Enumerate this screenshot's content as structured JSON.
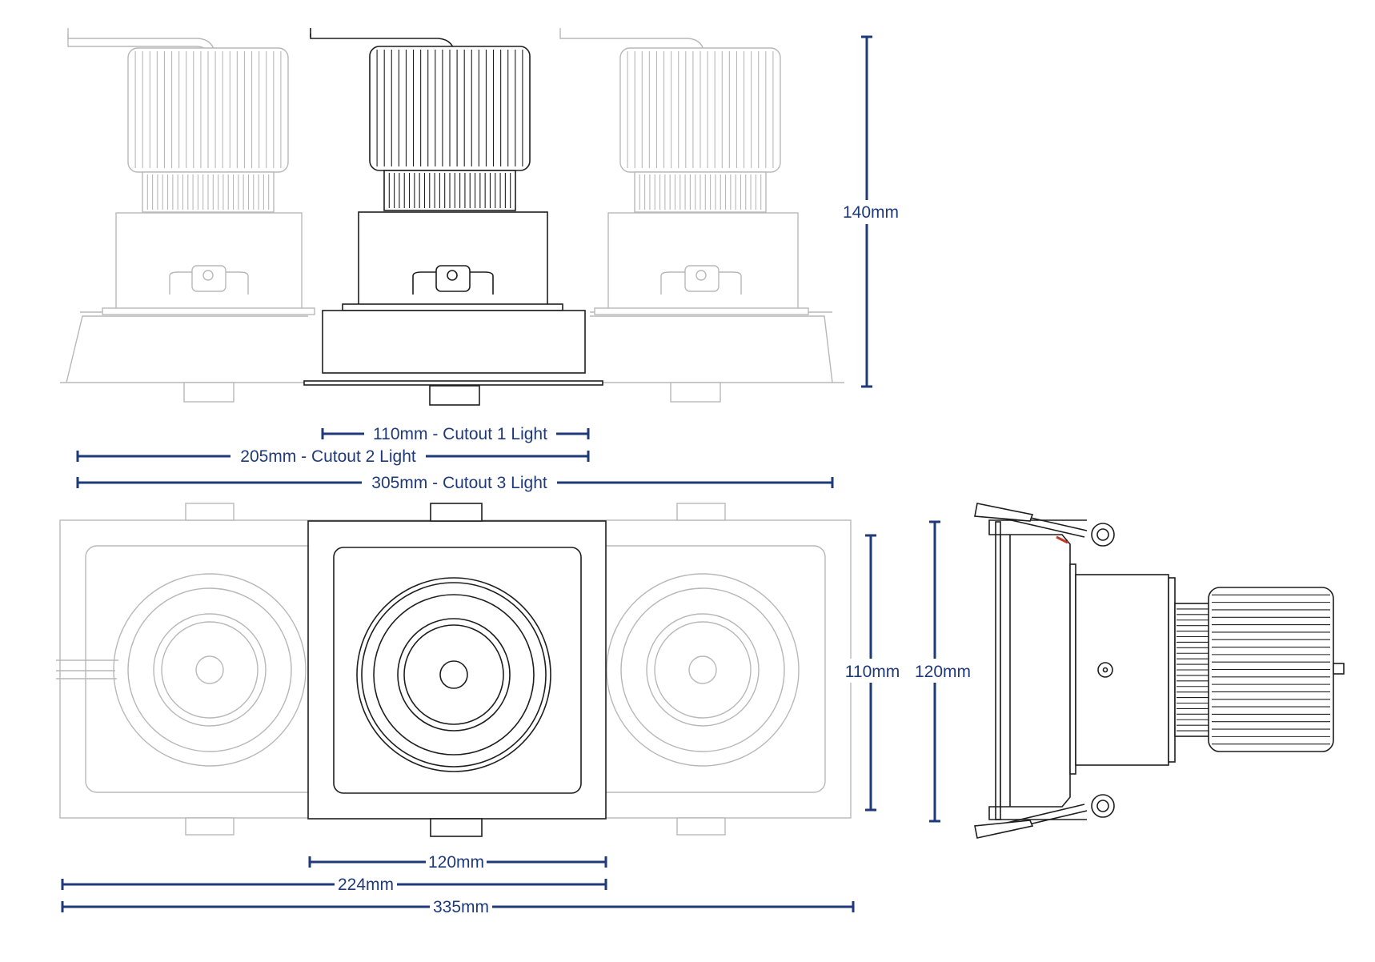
{
  "colors": {
    "dimension": "#1f3a7a",
    "line_dark": "#1e1e1e",
    "line_light": "#b8b8b8",
    "accent_red": "#c0392b",
    "background": "#ffffff"
  },
  "dimensions": {
    "height_140": "140mm",
    "cutout_1": "110mm - Cutout 1 Light",
    "cutout_2": "205mm - Cutout 2 Light",
    "cutout_3": "305mm - Cutout 3 Light",
    "face_110": "110mm",
    "side_120": "120mm",
    "width_1": "120mm",
    "width_2": "224mm",
    "width_3": "335mm"
  }
}
